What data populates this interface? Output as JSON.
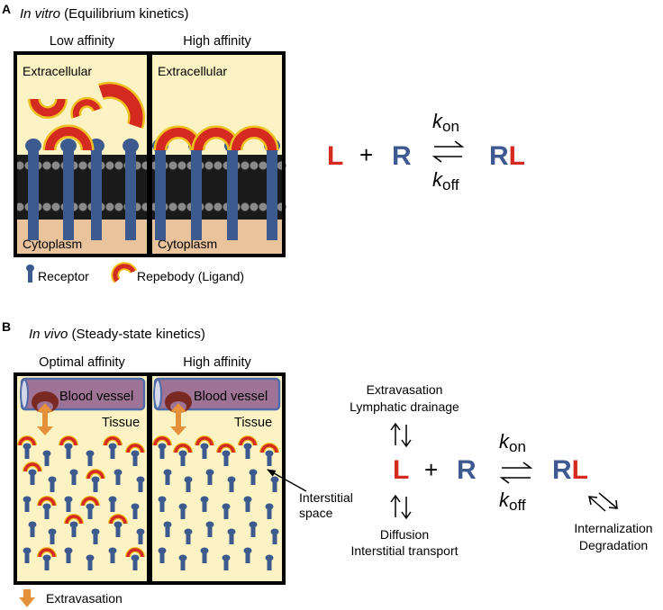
{
  "panel_a": {
    "letter": "A",
    "title_italic": "In vitro",
    "title_rest": " (Equilibrium kinetics)",
    "col_left_label": "Low affinity",
    "col_right_label": "High affinity",
    "extracellular": "Extracellular",
    "cytoplasm": "Cytoplasm",
    "legend_receptor": "Receptor",
    "legend_ligand": "Repebody (Ligand)",
    "eq_L": "L",
    "eq_plus": "+",
    "eq_R": "R",
    "eq_RL_R": "R",
    "eq_RL_L": "L",
    "k_on_k": "k",
    "k_on_sub": "on",
    "k_off_k": "k",
    "k_off_sub": "off"
  },
  "panel_b": {
    "letter": "B",
    "title_italic": "In vivo",
    "title_rest": " (Steady-state kinetics)",
    "col_left_label": "Optimal affinity",
    "col_right_label": "High affinity",
    "blood_vessel": "Blood vessel",
    "tissue": "Tissue",
    "interstitial_line1": "Interstitial",
    "interstitial_line2": "space",
    "legend_extravasation": "Extravasation",
    "top_line1": "Extravasation",
    "top_line2": "Lymphatic drainage",
    "bottom_line1": "Diffusion",
    "bottom_line2": "Interstitial transport",
    "right_line1": "Internalization",
    "right_line2": "Degradation",
    "eq_L": "L",
    "eq_plus": "+",
    "eq_R": "R",
    "eq_RL_R": "R",
    "eq_RL_L": "L",
    "k_on_k": "k",
    "k_on_sub": "on",
    "k_off_k": "k",
    "k_off_sub": "off"
  },
  "colors": {
    "ligand_red": "#d42a20",
    "ligand_outline": "#f0c020",
    "receptor_blue": "#3d5a8e",
    "extracellular_bg": "#fbf3c3",
    "cytoplasm_bg": "#e9c39c",
    "vessel_purple": "#9e7396",
    "arrow_orange": "#e5913a",
    "eq_blue": "#3f5a92"
  }
}
